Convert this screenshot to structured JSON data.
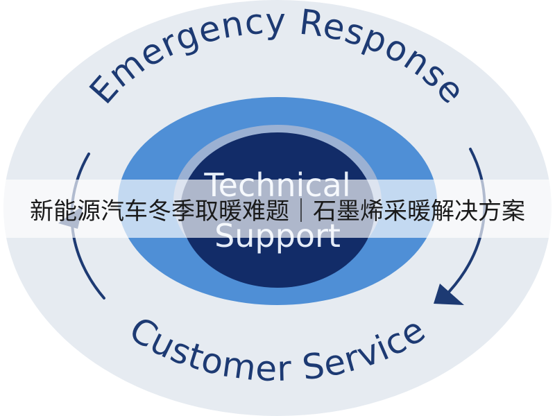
{
  "diagram": {
    "outer_label": "Emergency Response",
    "bottom_label": "Customer Service",
    "center_line1": "Technical",
    "center_line2": "Support"
  },
  "banner": {
    "text": "新能源汽车冬季取暖难题｜石墨烯采暖解决方案"
  },
  "colors": {
    "outer_ring": "#e6ebf1",
    "middle_ring": "#4f8fd6",
    "inner_ring": "#9bb1d3",
    "core": "#122c68",
    "ring_text": "#1d3a73",
    "center_text": "#e4ecf8",
    "arrow": "#1d3a73"
  }
}
